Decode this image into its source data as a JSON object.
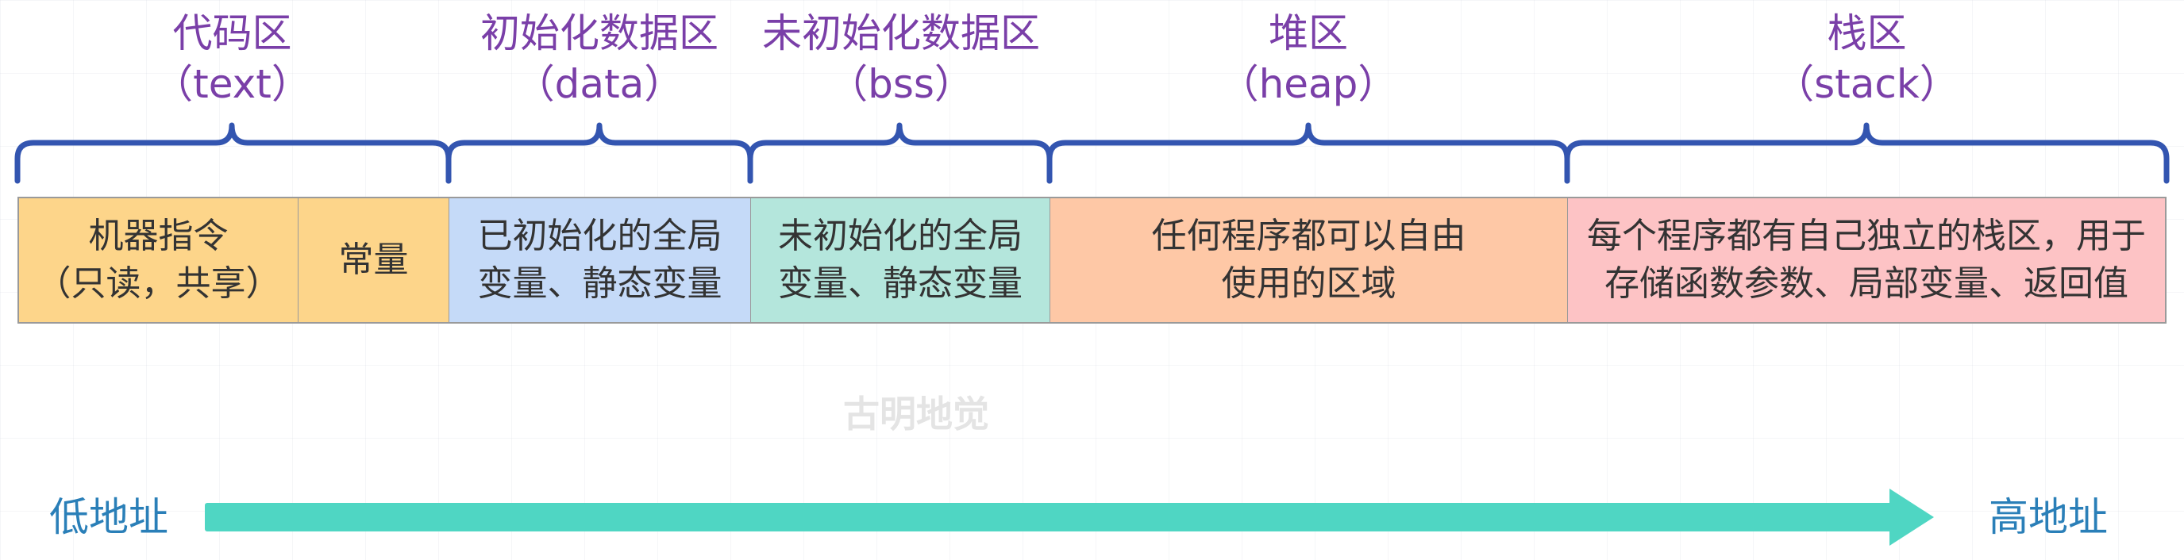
{
  "regions": [
    {
      "zh": "代码区",
      "en": "（text）"
    },
    {
      "zh": "初始化数据区",
      "en": "（data）"
    },
    {
      "zh": "未初始化数据区",
      "en": "（bss）"
    },
    {
      "zh": "堆区",
      "en": "（heap）"
    },
    {
      "zh": "栈区",
      "en": "（stack）"
    }
  ],
  "segments": [
    {
      "text": "机器指令\n（只读，共享）",
      "color": "#fdd58a"
    },
    {
      "text": "常量",
      "color": "#fdd58a"
    },
    {
      "text": "已初始化的全局\n变量、静态变量",
      "color": "#c5daf8"
    },
    {
      "text": "未初始化的全局\n变量、静态变量",
      "color": "#b4e6dc"
    },
    {
      "text": "任何程序都可以自由\n使用的区域",
      "color": "#fec8a6"
    },
    {
      "text": "每个程序都有自己独立的栈区，用于\n存储函数参数、局部变量、返回值",
      "color": "#fdc3c5"
    }
  ],
  "colors": {
    "label": "#7a3fa8",
    "brace": "#3355b0",
    "arrow": "#4fd6c3",
    "address": "#2a7fb8"
  },
  "watermark": "古明地觉",
  "address": {
    "low": "低地址",
    "high": "高地址"
  }
}
